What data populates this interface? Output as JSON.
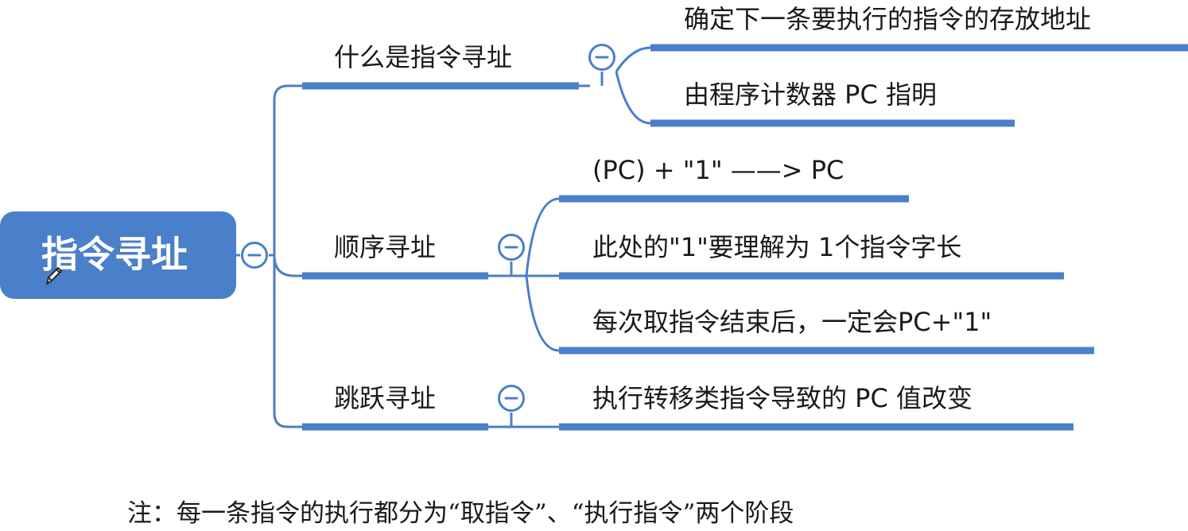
{
  "colors": {
    "accent": "#4a7fc9",
    "line": "#4a7fc9",
    "root_text": "#ffffff",
    "text": "#1a1a1a"
  },
  "icons": {
    "collapse": "minus-circle-icon",
    "edit": "pencil-icon"
  },
  "mindmap": {
    "root": {
      "label": "指令寻址"
    },
    "branches": [
      {
        "label": "什么是指令寻址",
        "children": [
          "确定下一条要执行的指令的存放地址",
          "由程序计数器 PC 指明"
        ]
      },
      {
        "label": "顺序寻址",
        "children": [
          "(PC) + \"1\" ——> PC",
          "此处的\"1\"要理解为 1个指令字长",
          "每次取指令结束后，一定会PC+\"1\""
        ]
      },
      {
        "label": "跳跃寻址",
        "children": [
          "执行转移类指令导致的 PC 值改变"
        ]
      }
    ]
  },
  "note": "注：每一条指令的执行都分为“取指令”、“执行指令”两个阶段"
}
